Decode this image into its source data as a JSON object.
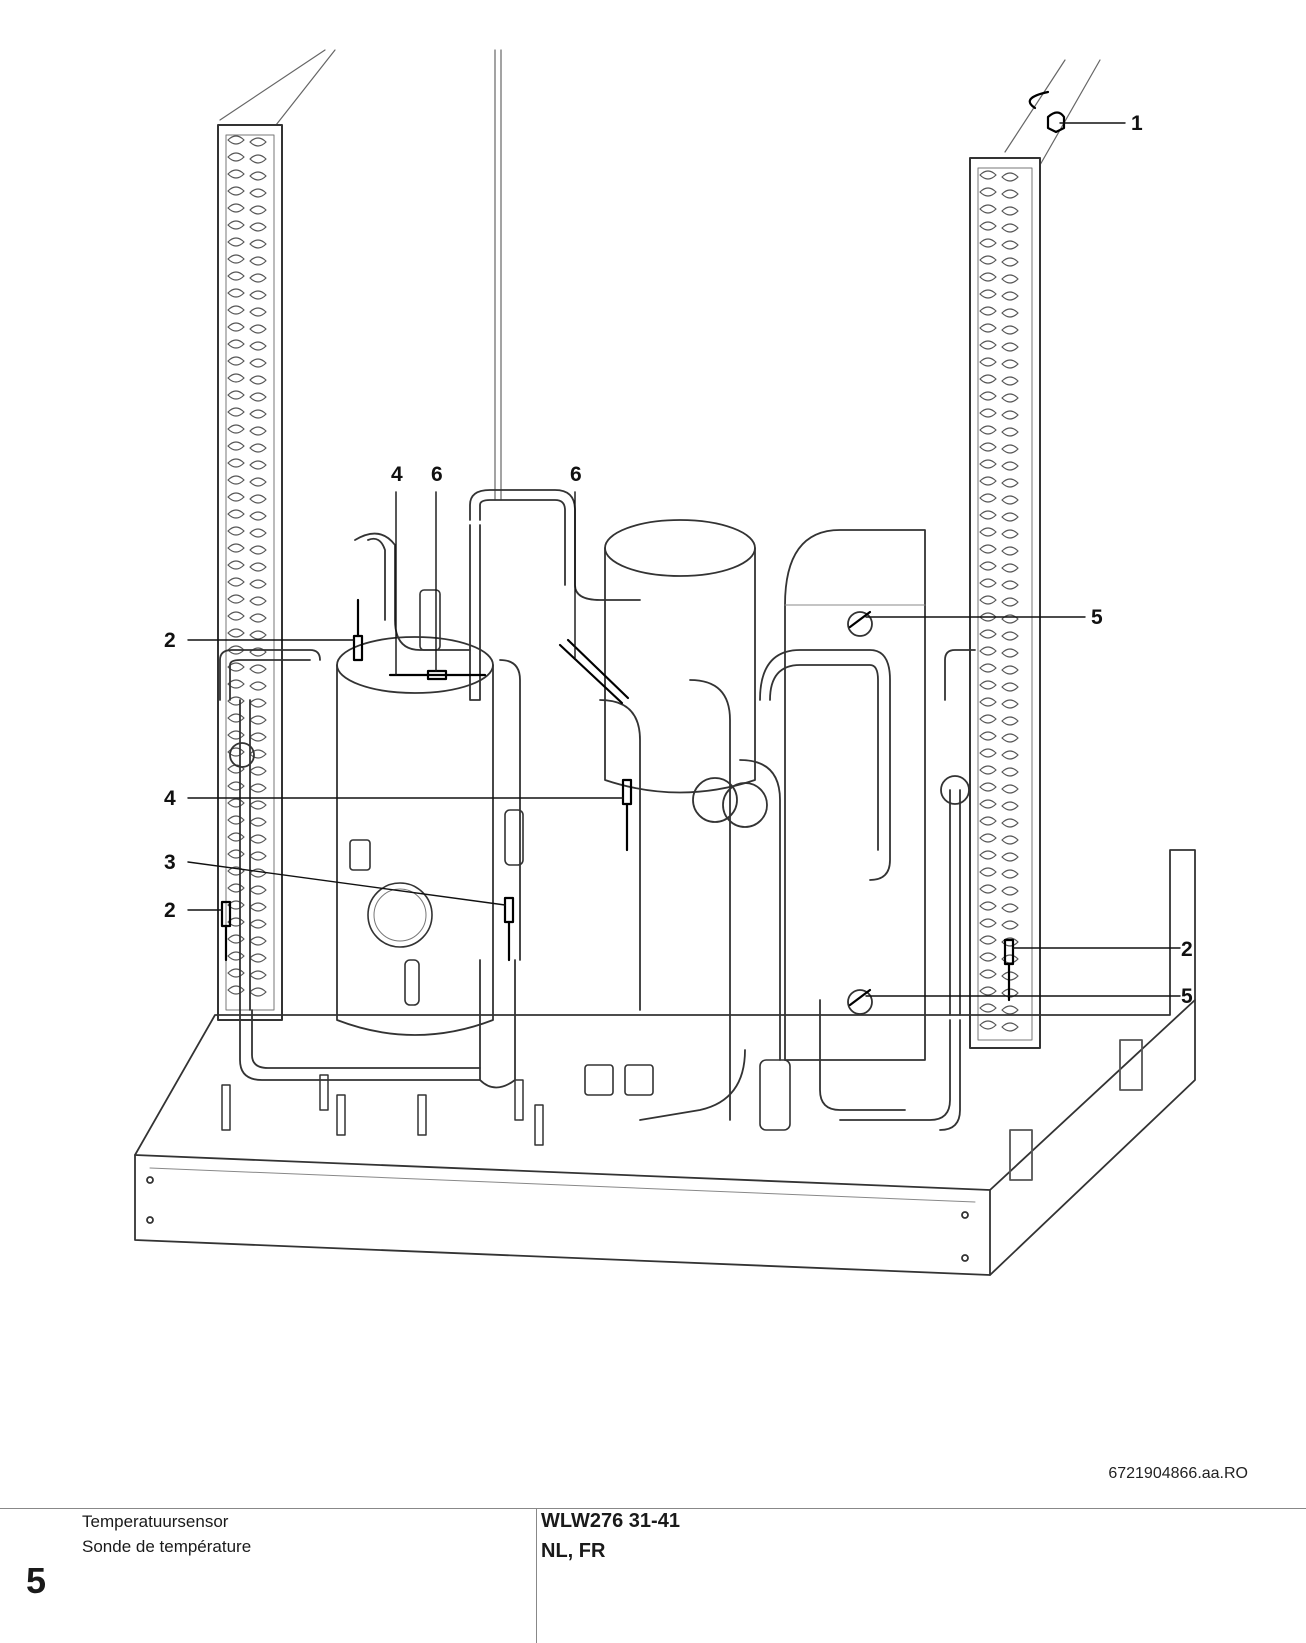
{
  "drawing": {
    "callouts": {
      "c1": "1",
      "c2a": "2",
      "c2b": "2",
      "c2c": "2",
      "c3": "3",
      "c4a": "4",
      "c4b": "4",
      "c5a": "5",
      "c5b": "5",
      "c6a": "6",
      "c6b": "6"
    },
    "document_code": "6721904866.aa.RO"
  },
  "footer": {
    "page_number": "5",
    "description_nl": "Temperatuursensor",
    "description_fr": "Sonde de température",
    "model": "WLW276 31-41",
    "languages": "NL, FR"
  }
}
